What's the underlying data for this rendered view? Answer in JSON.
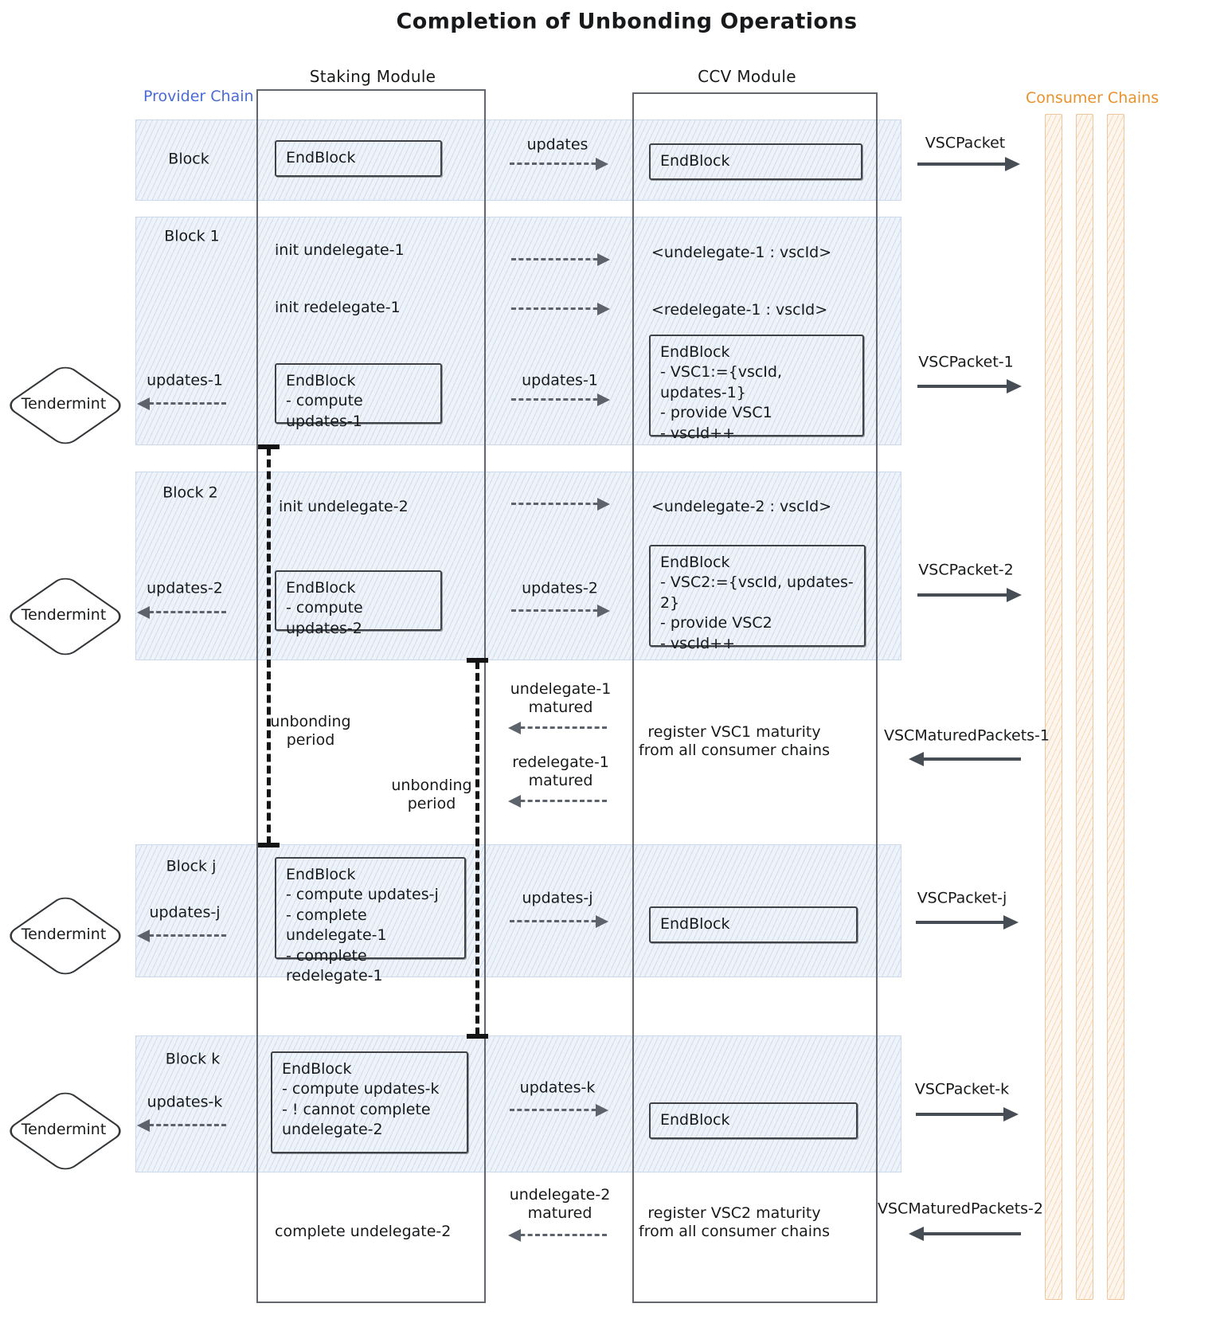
{
  "title": "Completion of Unbonding Operations",
  "colors": {
    "provider_accent": "#4a6bd4",
    "consumer_accent": "#e8912d",
    "band_fill": "#eef3fa",
    "band_hatch": "#8ca5cd",
    "arrow": "#5c636b",
    "box_border": "#3f4347"
  },
  "headers": {
    "staking_module": "Staking Module",
    "ccv_module": "CCV Module",
    "provider_chain": "Provider Chain",
    "consumer_chains": "Consumer Chains"
  },
  "tendermint": {
    "label": "Tendermint"
  },
  "row_block": {
    "label": "Block",
    "staking_endblock": "EndBlock",
    "updates": "updates",
    "ccv_endblock": "EndBlock",
    "packet": "VSCPacket"
  },
  "row_block1": {
    "label": "Block 1",
    "init_undelegate": "init undelegate-1",
    "undelegate_map": "<undelegate-1 : vscId>",
    "init_redelegate": "init redelegate-1",
    "redelegate_map": "<redelegate-1 : vscId>",
    "updates_left": "updates-1",
    "staking_endblock": [
      "EndBlock",
      "- compute updates-1"
    ],
    "updates_right": "updates-1",
    "ccv_endblock": [
      "EndBlock",
      "- VSC1:={vscId, updates-1}",
      "- provide VSC1",
      "- vscId++"
    ],
    "packet": "VSCPacket-1"
  },
  "row_block2": {
    "label": "Block 2",
    "init_undelegate": "init undelegate-2",
    "undelegate_map": "<undelegate-2 : vscId>",
    "updates_left": "updates-2",
    "staking_endblock": [
      "EndBlock",
      "- compute updates-2"
    ],
    "updates_right": "updates-2",
    "ccv_endblock": [
      "EndBlock",
      "- VSC2:={vscId, updates-2}",
      "- provide VSC2",
      "- vscId++"
    ],
    "packet": "VSCPacket-2"
  },
  "interim1": {
    "unbonding_left": [
      "unbonding",
      "period"
    ],
    "unbonding_right": [
      "unbonding",
      "period"
    ],
    "undelegate_matured": [
      "undelegate-1",
      "matured"
    ],
    "redelegate_matured": [
      "redelegate-1",
      "matured"
    ],
    "register": [
      "register VSC1 maturity",
      "from all consumer chains"
    ],
    "packet": "VSCMaturedPackets-1"
  },
  "row_blockj": {
    "label": "Block j",
    "updates_left": "updates-j",
    "staking_endblock": [
      "EndBlock",
      "- compute updates-j",
      "- complete undelegate-1",
      "- complete redelegate-1"
    ],
    "updates_right": "updates-j",
    "ccv_endblock": "EndBlock",
    "packet": "VSCPacket-j"
  },
  "row_blockk": {
    "label": "Block k",
    "updates_left": "updates-k",
    "staking_endblock": [
      "EndBlock",
      "- compute updates-k",
      "- ! cannot complete",
      "undelegate-2"
    ],
    "updates_right": "updates-k",
    "ccv_endblock": "EndBlock",
    "packet": "VSCPacket-k"
  },
  "bottom": {
    "complete": "complete undelegate-2",
    "undelegate_matured": [
      "undelegate-2",
      "matured"
    ],
    "register": [
      "register VSC2 maturity",
      "from all consumer chains"
    ],
    "packet": "VSCMaturedPackets-2"
  }
}
